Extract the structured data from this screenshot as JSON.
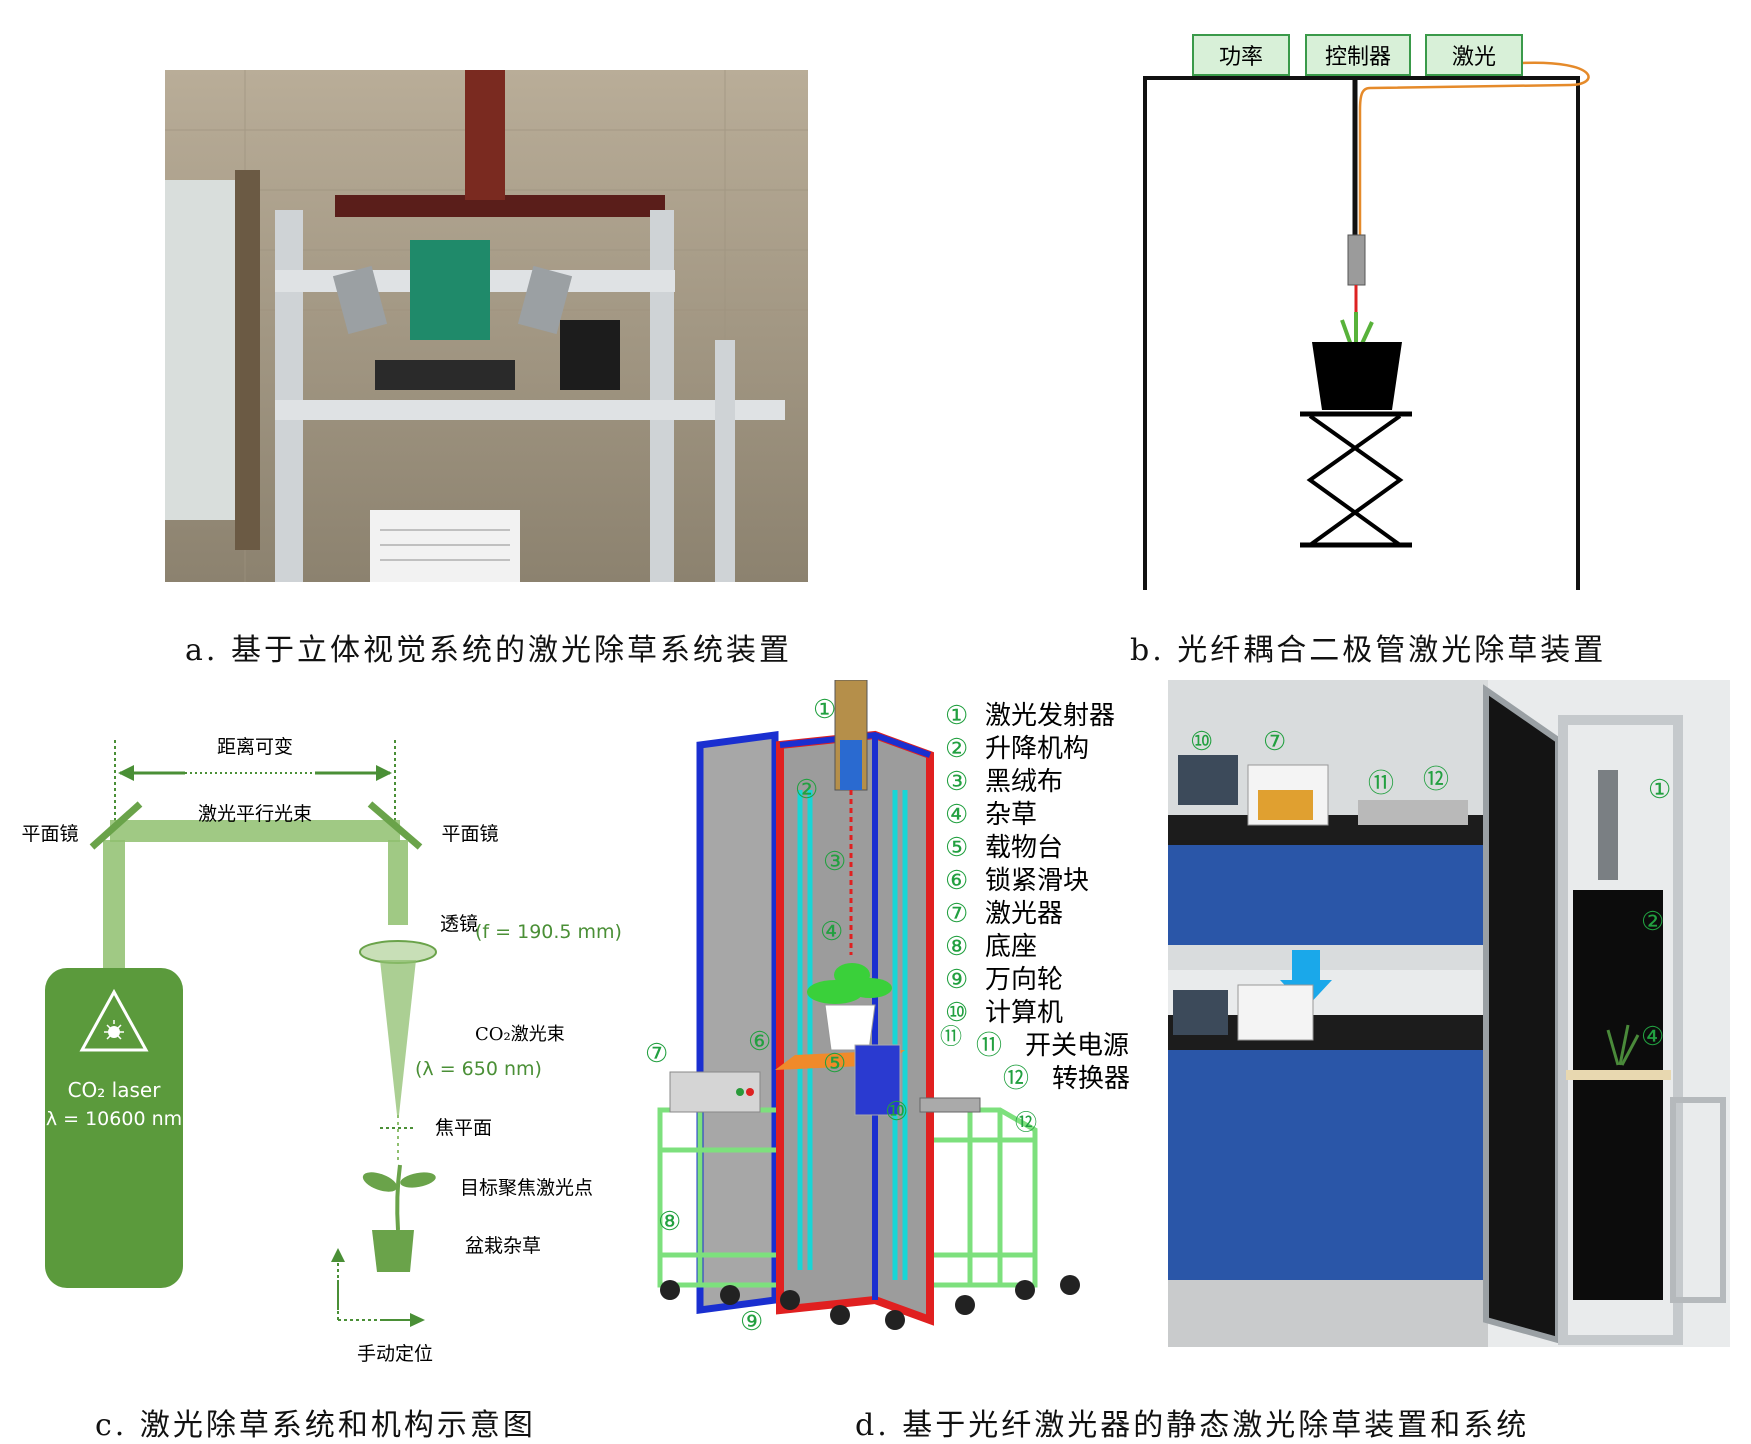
{
  "captions": {
    "a": "a. 基于立体视觉系统的激光除草系统装置",
    "b": "b. 光纤耦合二极管激光除草装置",
    "c": "c. 激光除草系统和机构示意图",
    "d": "d. 基于光纤激光器的静态激光除草装置和系统"
  },
  "panel_b": {
    "boxes": [
      "功率",
      "控制器",
      "激光"
    ]
  },
  "panel_c": {
    "distance_label": "距离可变",
    "beam_label": "激光平行光束",
    "mirror_left": "平面镜",
    "mirror_right": "平面镜",
    "lens_label": "透镜",
    "focal_length": "(f = 190.5 mm)",
    "laser_name": "CO₂ laser",
    "laser_wavelength": "(λ = 10600 nm)",
    "co2_beam": "CO₂激光束",
    "beam_wavelength": "(λ = 650 nm)",
    "focal_plane": "焦平面",
    "target_point": "目标聚焦激光点",
    "potted_weed": "盆栽杂草",
    "manual_position": "手动定位"
  },
  "panel_d": {
    "legend": [
      {
        "num": "①",
        "label": "激光发射器"
      },
      {
        "num": "②",
        "label": "升降机构"
      },
      {
        "num": "③",
        "label": "黑绒布"
      },
      {
        "num": "④",
        "label": "杂草"
      },
      {
        "num": "⑤",
        "label": "载物台"
      },
      {
        "num": "⑥",
        "label": "锁紧滑块"
      },
      {
        "num": "⑦",
        "label": "激光器"
      },
      {
        "num": "⑧",
        "label": "底座"
      },
      {
        "num": "⑨",
        "label": "万向轮"
      },
      {
        "num": "⑩",
        "label": "计算机"
      }
    ],
    "extra_legend": [
      {
        "num": "⑪",
        "label": "开关电源"
      },
      {
        "num": "⑫",
        "label": "转换器"
      }
    ],
    "model_markers": [
      "①",
      "②",
      "③",
      "④",
      "⑤",
      "⑥",
      "⑦",
      "⑧",
      "⑨",
      "⑩",
      "⑪",
      "⑫"
    ],
    "photo_markers": [
      "⑩",
      "⑦",
      "⑪",
      "⑫",
      "①",
      "②",
      "④"
    ]
  },
  "colors": {
    "box_fill": "#d8f0d8",
    "box_stroke": "#3a9a4a",
    "laser_green": "#5b9a3c",
    "beam_green": "#8fbf6f",
    "frame_blue": "#1a2fd0",
    "frame_red": "#e02020",
    "frame_green": "#7de07d",
    "marker_green": "#22a040"
  }
}
